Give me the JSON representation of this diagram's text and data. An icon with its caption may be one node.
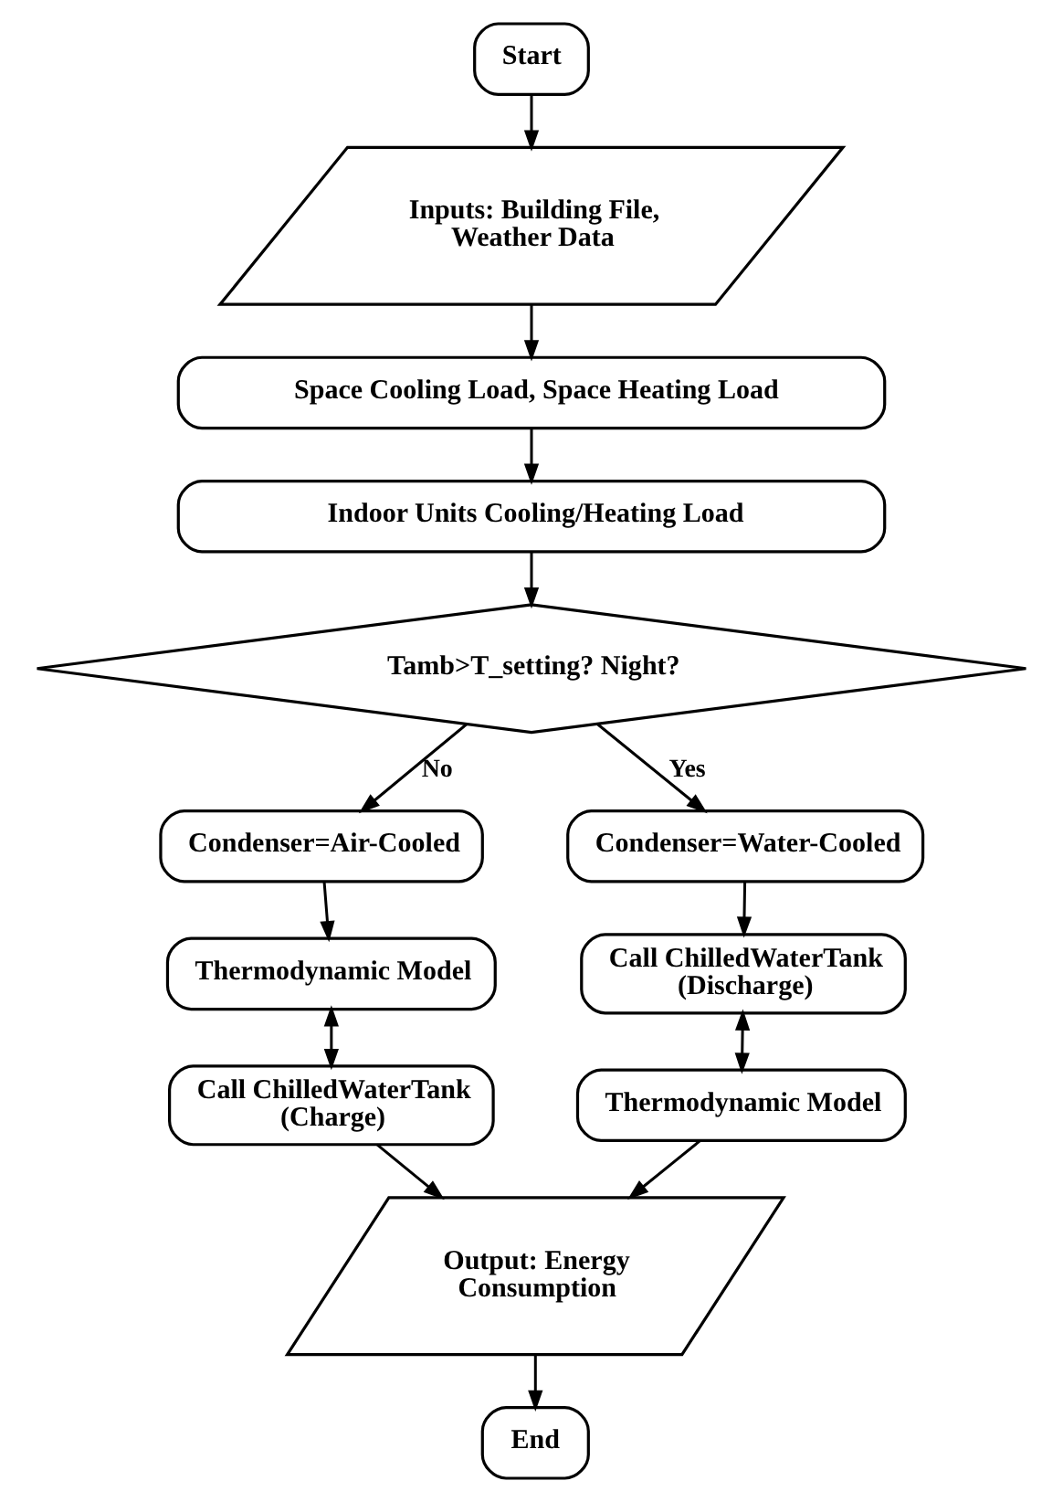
{
  "diagram": {
    "nodes": [
      {
        "text": [
          "Start"
        ]
      },
      {
        "text": [
          "Inputs: Building File, Weather Data"
        ]
      },
      {
        "text": [
          "Space Cooling Load, Space Heating Load"
        ]
      },
      {
        "text": [
          "Indoor Units Cooling/Heating Load"
        ]
      },
      {
        "text": [
          "Tamb>T_setting? Night?"
        ]
      },
      {
        "text": [
          "Condenser=Air-Cooled"
        ]
      },
      {
        "text": [
          "Thermodynamic Model"
        ]
      },
      {
        "text": [
          "Call ChilledWaterTank (Charge)"
        ]
      },
      {
        "text": [
          "Condenser=Water-Cooled"
        ]
      },
      {
        "text": [
          "Call ChilledWaterTank (Discharge)"
        ]
      },
      {
        "text": [
          "Thermodynamic Model"
        ]
      },
      {
        "text": [
          "Output: Energy Consumption"
        ]
      },
      {
        "text": [
          "End"
        ]
      }
    ],
    "edges": [
      {
        "from": 0,
        "to": 1,
        "arrow": "to"
      },
      {
        "from": 1,
        "to": 2,
        "arrow": "to"
      },
      {
        "from": 2,
        "to": 3,
        "arrow": "to"
      },
      {
        "from": 3,
        "to": 4,
        "arrow": "to"
      },
      {
        "from": 4,
        "to": 5,
        "arrow": "to",
        "label": "No"
      },
      {
        "from": 4,
        "to": 8,
        "arrow": "to",
        "label": "Yes"
      },
      {
        "from": 5,
        "to": 6,
        "arrow": "to"
      },
      {
        "from": 6,
        "to": 7,
        "arrow": "both"
      },
      {
        "from": 8,
        "to": 9,
        "arrow": "to"
      },
      {
        "from": 9,
        "to": 10,
        "arrow": "both"
      },
      {
        "from": 7,
        "to": 11,
        "arrow": "to"
      },
      {
        "from": 10,
        "to": 11,
        "arrow": "to"
      },
      {
        "from": 11,
        "to": 12,
        "arrow": "to"
      }
    ]
  }
}
